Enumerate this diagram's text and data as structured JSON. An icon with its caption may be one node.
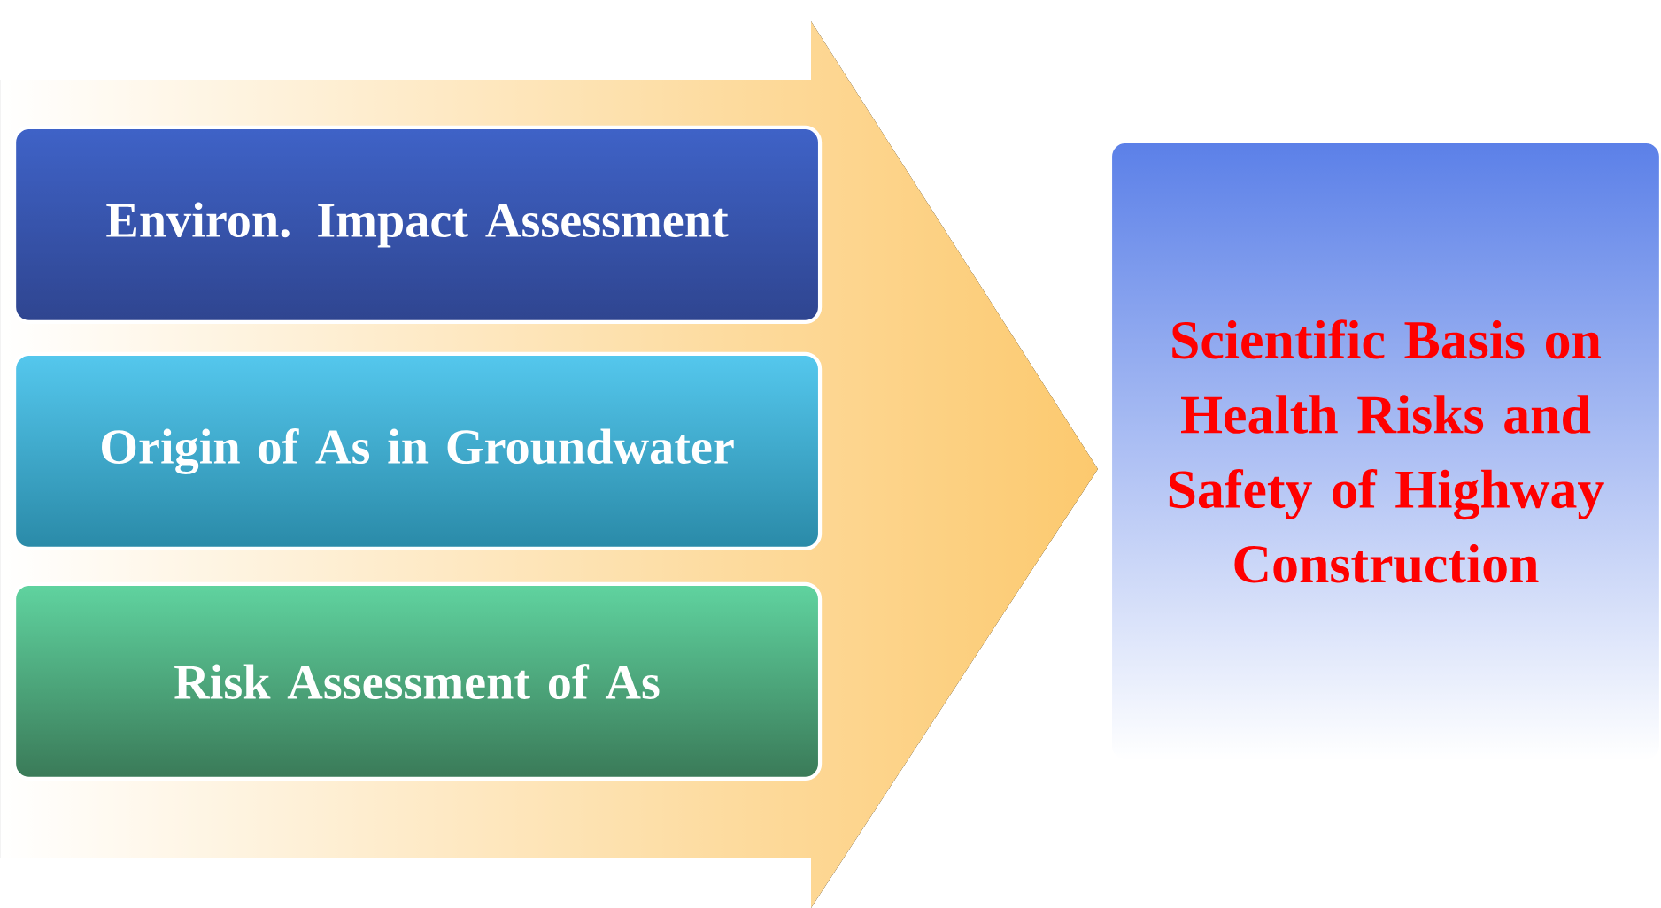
{
  "diagram": {
    "nodes": [
      {
        "text": [
          "Environ. Impact Assessment"
        ]
      },
      {
        "text": [
          "Origin of As in Groundwater"
        ]
      },
      {
        "text": [
          "Risk Assessment of As"
        ]
      },
      {
        "text": [
          "Scientific Basis on Health Risks and Safety of Highway Construction"
        ]
      }
    ],
    "edges": [
      {
        "from": 0,
        "to": 3,
        "arrow": "to"
      },
      {
        "from": 1,
        "to": 3,
        "arrow": "to"
      },
      {
        "from": 2,
        "to": 3,
        "arrow": "to"
      }
    ]
  }
}
